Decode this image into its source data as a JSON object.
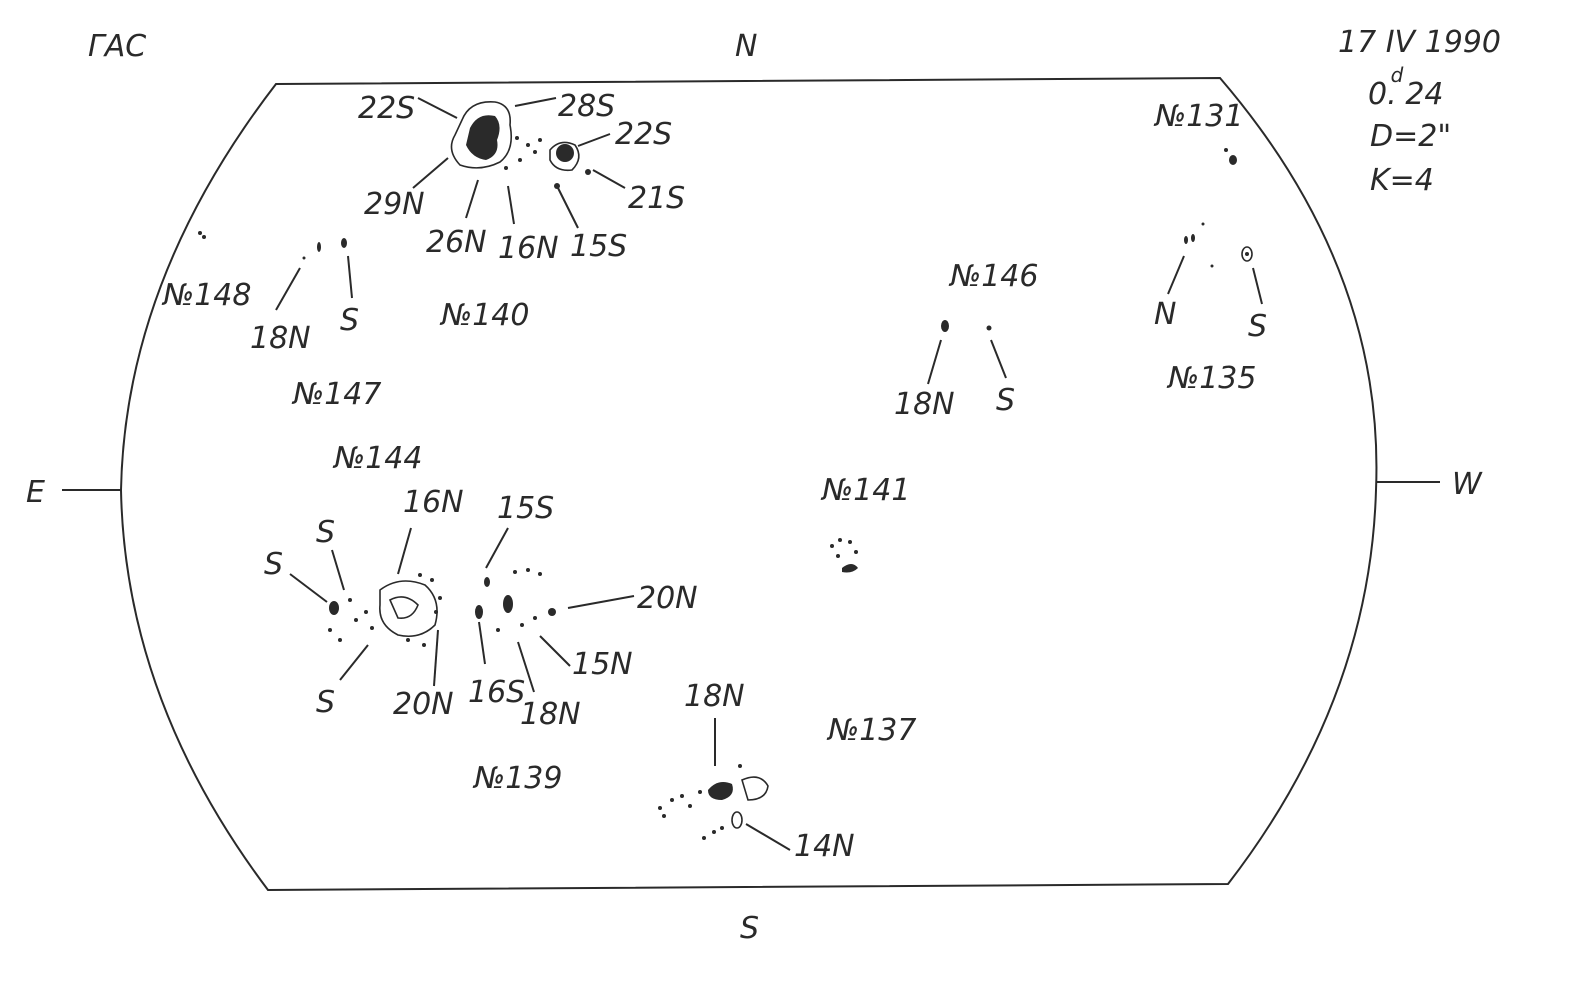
{
  "header": {
    "observatory": "ГАС",
    "date": "17 IV 1990",
    "time_base": "0.",
    "time_sup": "d",
    "time_digits": "24",
    "diameter": "D=2\"",
    "quality": "K=4"
  },
  "directions": {
    "north": "N",
    "south": "S",
    "east": "E",
    "west": "W"
  },
  "groups": {
    "g131": {
      "number": "№131"
    },
    "g135": {
      "number": "№135",
      "labels": [
        "N",
        "S"
      ]
    },
    "g137": {
      "number": "№137"
    },
    "g139": {
      "number": "№139"
    },
    "g140": {
      "number": "№140",
      "labels": [
        "22S",
        "28S",
        "22S",
        "29N",
        "21S",
        "26N",
        "16N",
        "15S"
      ]
    },
    "g141": {
      "number": "№141"
    },
    "g144": {
      "number": "№144",
      "labels": [
        "16N",
        "15S",
        "S",
        "S",
        "20N",
        "15N",
        "S",
        "20N",
        "16S",
        "18N"
      ]
    },
    "g146": {
      "number": "№146",
      "labels": [
        "18N",
        "S"
      ]
    },
    "g147": {
      "number": "№147"
    },
    "g148": {
      "number": "№148",
      "labels": [
        "18N",
        "S"
      ]
    },
    "g_south": {
      "labels": [
        "18N",
        "14N"
      ]
    }
  }
}
